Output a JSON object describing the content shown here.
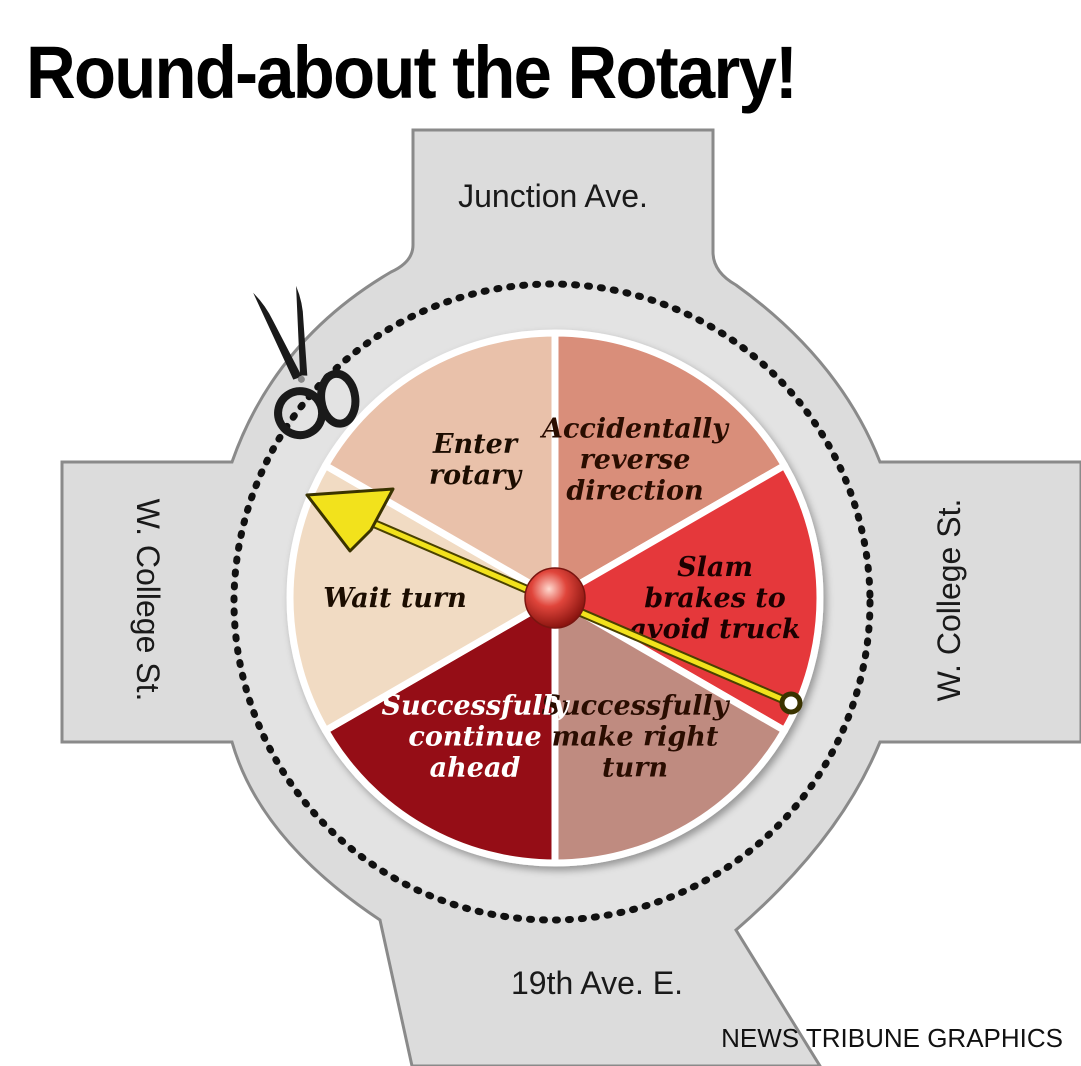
{
  "title": "Round-about the Rotary!",
  "roads": {
    "north": "Junction Ave.",
    "west": "W. College St.",
    "east": "W. College St.",
    "south": "19th Ave. E."
  },
  "wheel": {
    "segments": [
      {
        "lines": [
          "Accidentally",
          "reverse",
          "direction"
        ],
        "color": "#d98e7a",
        "text_color": "#2a0d06"
      },
      {
        "lines": [
          "Slam",
          "brakes to",
          "avoid truck"
        ],
        "color": "#e5373a",
        "text_color": "#1c0505"
      },
      {
        "lines": [
          "Successfully",
          "make right",
          "turn"
        ],
        "color": "#bf8b80",
        "text_color": "#2a0d06"
      },
      {
        "lines": [
          "Successfully",
          "continue",
          "ahead"
        ],
        "color": "#950f12",
        "text_color": "#ffffff"
      },
      {
        "lines": [
          "Wait turn"
        ],
        "color": "#f1dbc3",
        "text_color": "#1c0d06"
      },
      {
        "lines": [
          "Enter",
          "rotary"
        ],
        "color": "#e9c1aa",
        "text_color": "#1c0d06"
      }
    ],
    "pointer_color": "#f2e21c",
    "hub_color": "#d9372f"
  },
  "scissors_icon": "scissors-icon",
  "credit": "NEWS TRIBUNE GRAPHICS"
}
